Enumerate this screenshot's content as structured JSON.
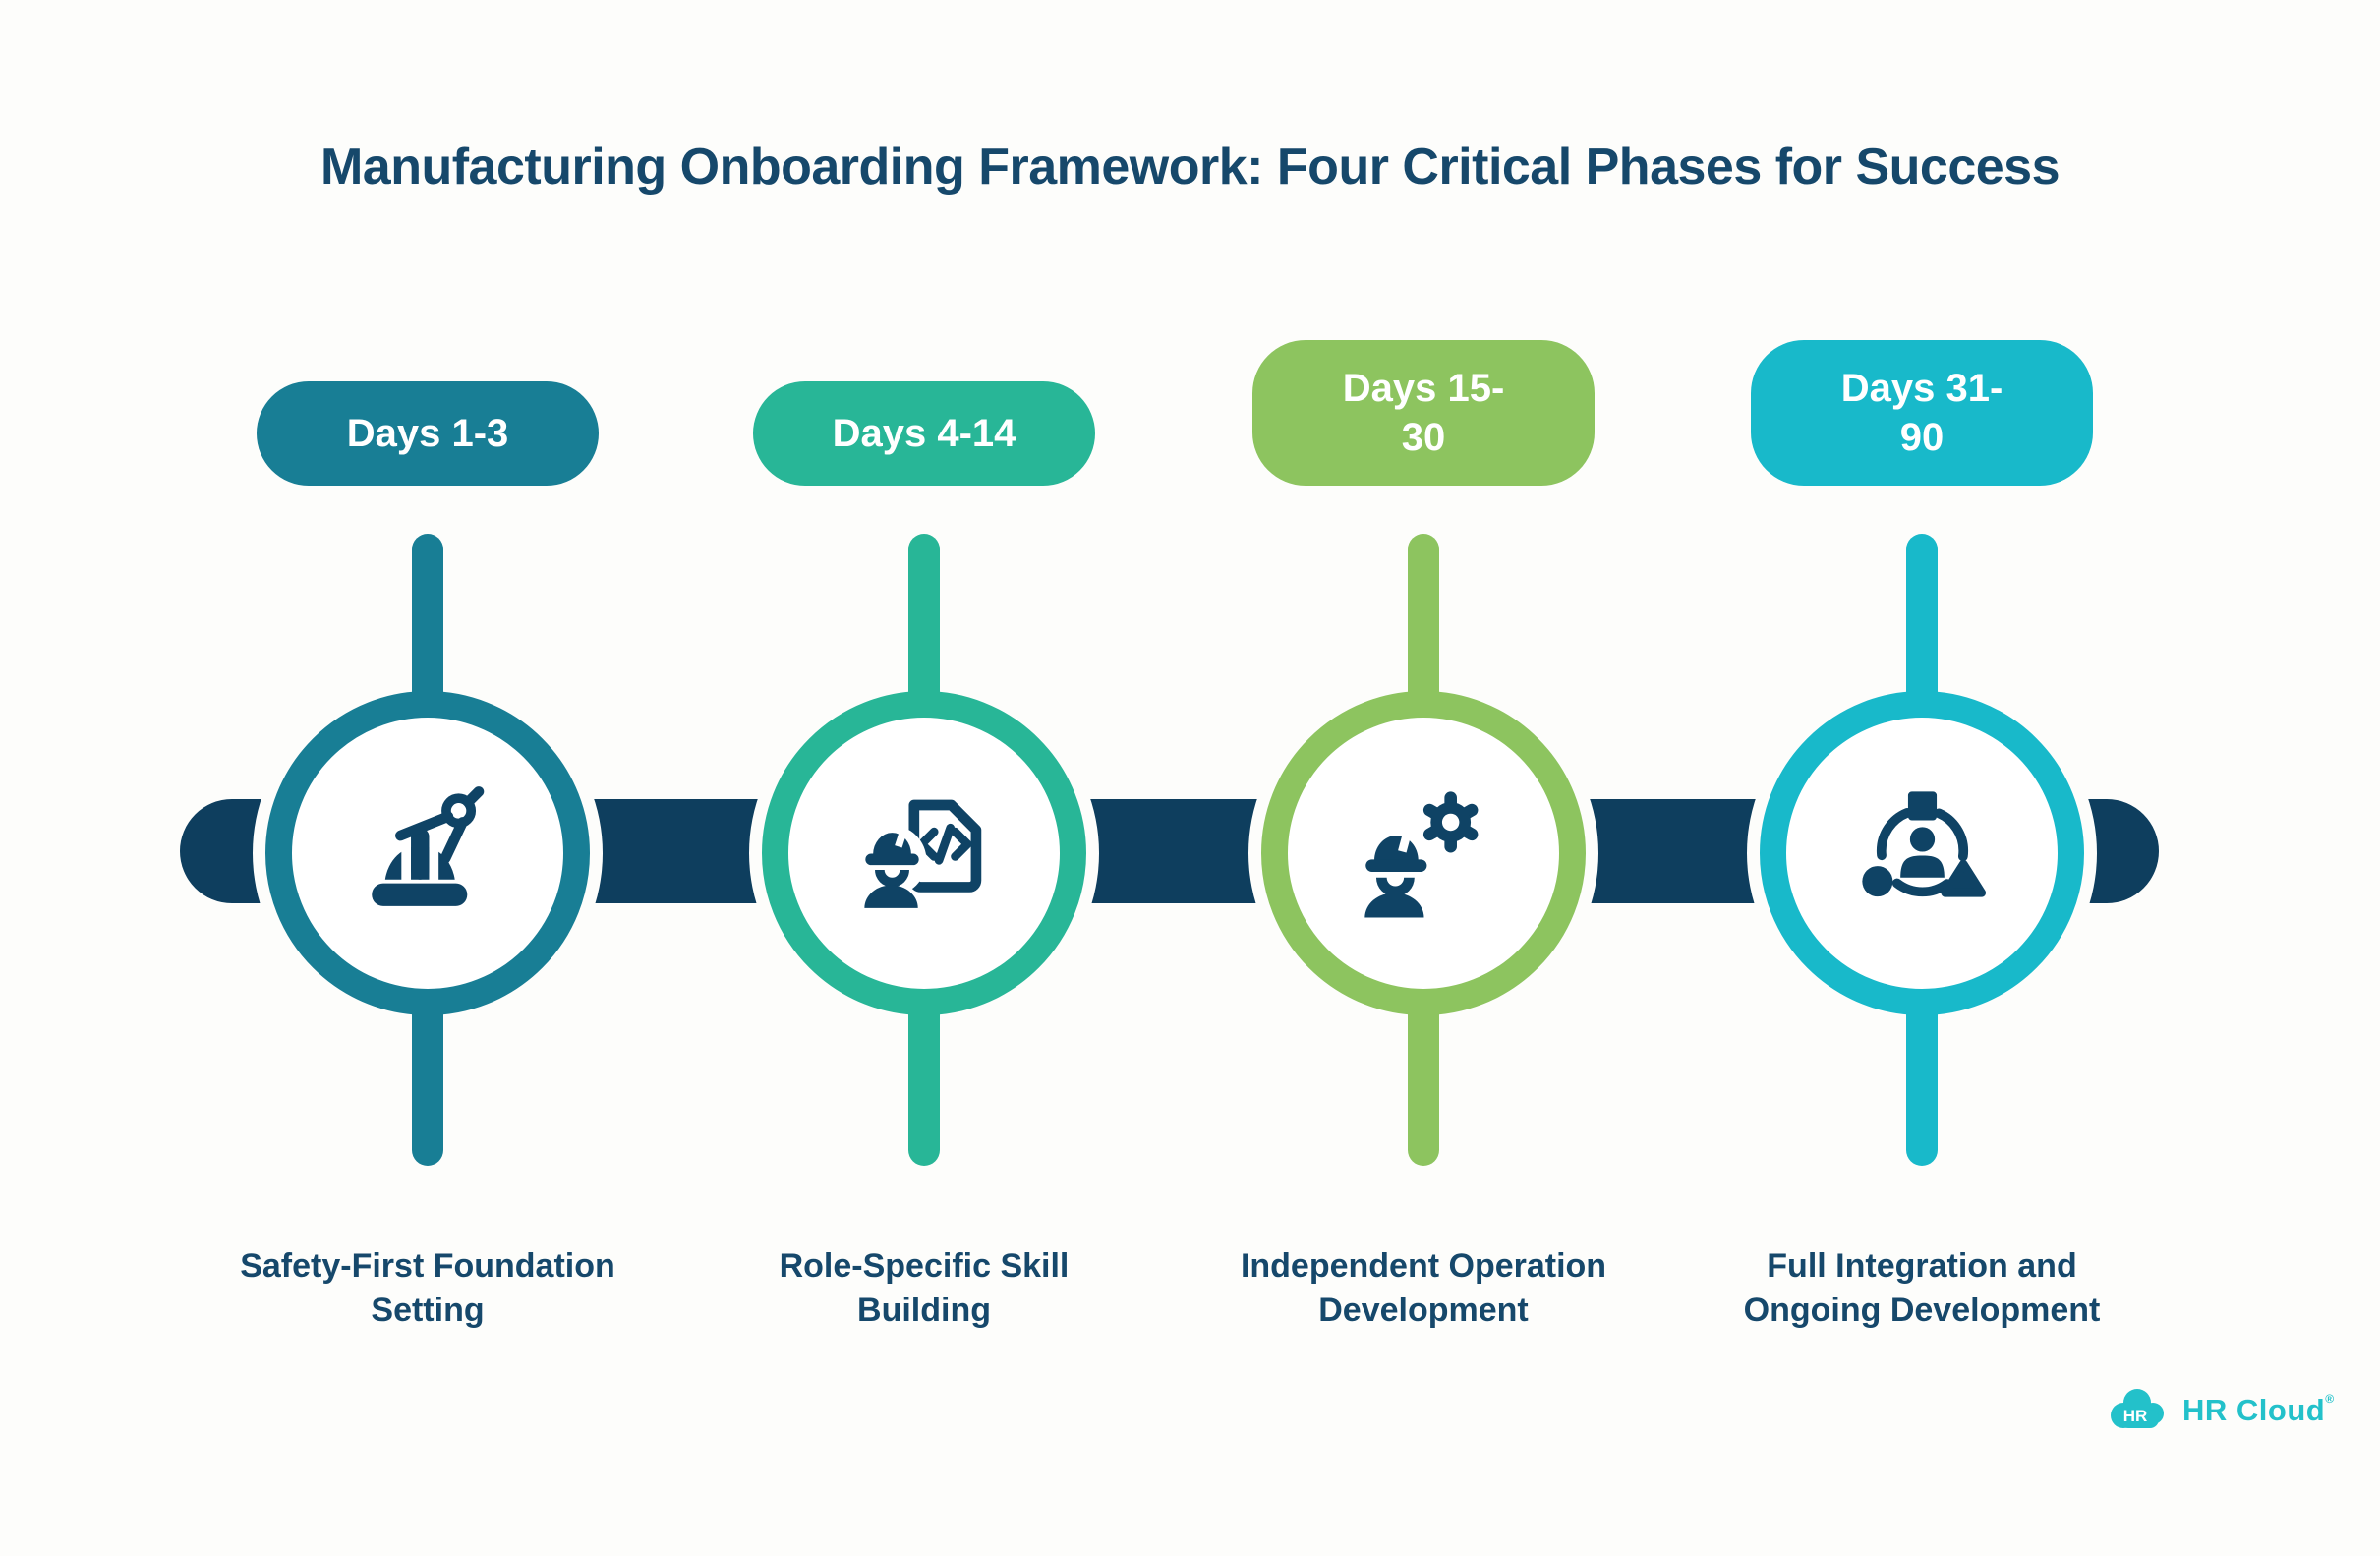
{
  "title": "Manufacturing Onboarding Framework: Four Critical Phases for Success",
  "phases": [
    {
      "badge": "Days 1-3",
      "label": "Safety-First Foundation\nSetting",
      "color": "#187e95",
      "icon": "hard-hat-compass-icon"
    },
    {
      "badge": "Days 4-14",
      "label": "Role-Specific Skill\nBuilding",
      "color": "#28b697",
      "icon": "worker-code-document-icon"
    },
    {
      "badge": "Days 15-\n30",
      "label": "Independent Operation\nDevelopment",
      "color": "#8dc45f",
      "icon": "worker-gear-icon"
    },
    {
      "badge": "Days 31-\n90",
      "label": "Full Integration and\nOngoing Development",
      "color": "#18b9ca",
      "icon": "person-shapes-integration-icon"
    }
  ],
  "timeline": {
    "bar_color": "#0e3e5e"
  },
  "logo": {
    "cloud_text": "HR",
    "brand": "HR Cloud",
    "registered": "®",
    "color": "#23c1ca"
  },
  "colors": {
    "title": "#16486b",
    "icon_navy": "#0f4365",
    "background": "#fdfdfb",
    "badge_text": "#ffffff"
  }
}
